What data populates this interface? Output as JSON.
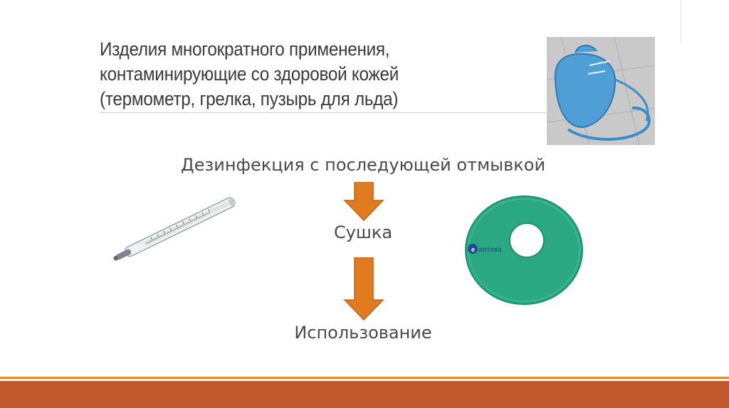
{
  "title": {
    "line1": "Изделия многократного применения,",
    "line2": "контаминирующие со здоровой кожей",
    "line3": "(термометр, грелка, пузырь для льда)"
  },
  "flow": {
    "steps": [
      "Дезинфекция с последующей отмывкой",
      "Сушка",
      "Использование"
    ],
    "arrow_color": "#e07b1f"
  },
  "images": {
    "ring_watermark": "аптека"
  },
  "colors": {
    "accent_band": "#c0582b",
    "accent_line": "#e68a2e",
    "ring_green": "#2aa882"
  }
}
